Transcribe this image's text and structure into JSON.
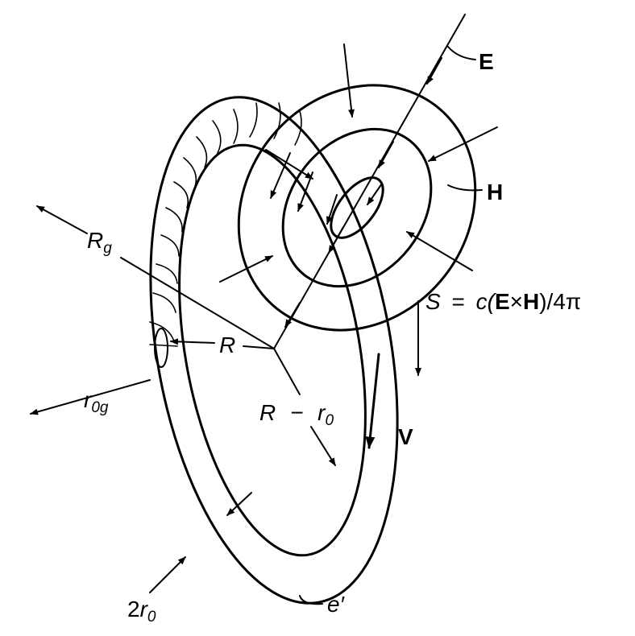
{
  "labels": {
    "E": "E",
    "H": "H",
    "S_formula": "S = c(E × H)/4π",
    "S_parts": {
      "s": "S",
      "eq": "=",
      "c": "c(",
      "E": "E",
      "x": "×",
      "H": "H",
      "tail": ")/4π"
    },
    "V": "V",
    "Rg": {
      "main": "R",
      "sub": "g"
    },
    "R": "R",
    "R_minus_r0": {
      "r": "R",
      "minus": "−",
      "r0": "r",
      "sub": "0"
    },
    "r0g": {
      "main": "r",
      "sub": "0g"
    },
    "two_r0": {
      "coef": "2",
      "r": "r",
      "sub": "0"
    },
    "e_prime": "e′"
  }
}
